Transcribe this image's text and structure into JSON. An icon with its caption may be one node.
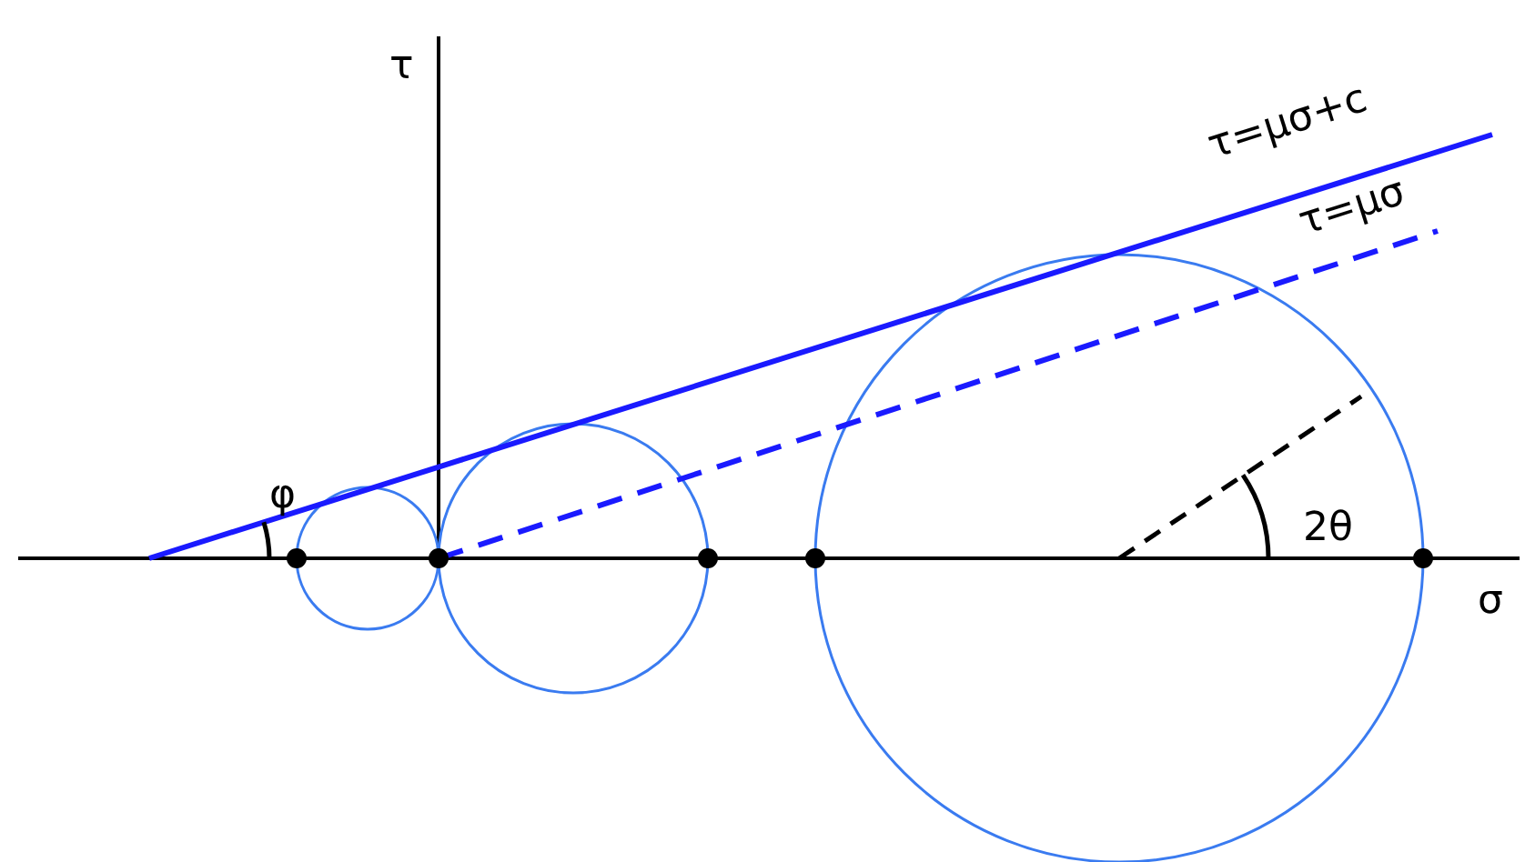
{
  "diagram": {
    "labels": [
      "τ",
      "τ=μσ+c",
      "τ=μσ",
      "φ",
      "2θ",
      "σ"
    ]
  }
}
